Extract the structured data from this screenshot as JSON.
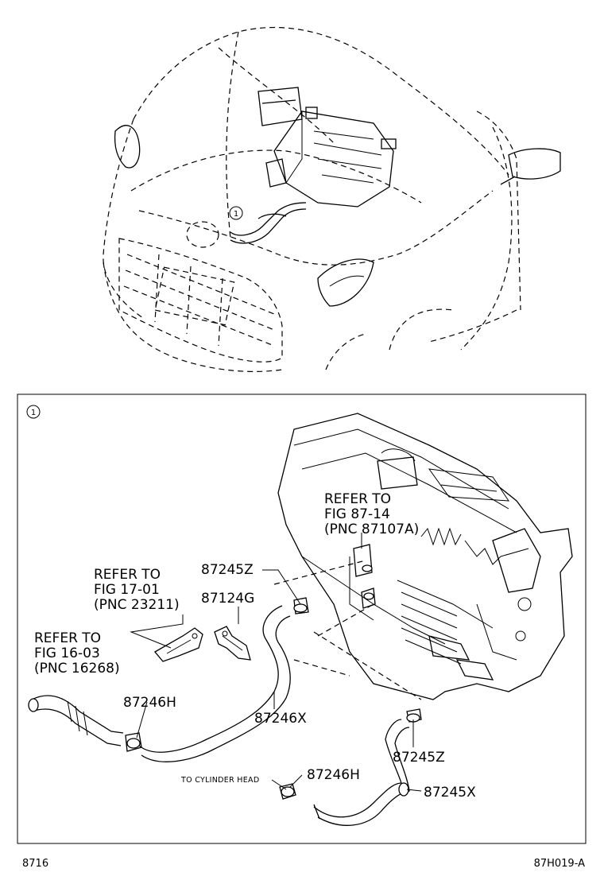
{
  "callout": {
    "symbol": "1"
  },
  "labels": {
    "refer_heater_l1": "REFER TO",
    "refer_heater_l2": "FIG 87-14",
    "refer_heater_l3": "(PNC 87107A)",
    "refer_bracket_l1": "REFER TO",
    "refer_bracket_l2": "FIG 17-01",
    "refer_bracket_l3": "(PNC 23211)",
    "refer_pipe_l1": "REFER TO",
    "refer_pipe_l2": "FIG 16-03",
    "refer_pipe_l3": "(PNC 16268)",
    "part_87245z_top": "87245Z",
    "part_87124g": "87124G",
    "part_87246h_left": "87246H",
    "part_87246x": "87246X",
    "part_87245z_right": "87245Z",
    "part_87246h_bottom": "87246H",
    "part_87245x": "87245X",
    "to_cylinder_head": "TO CYLINDER HEAD"
  },
  "footer": {
    "left": "8716",
    "right": "87H019-A"
  }
}
